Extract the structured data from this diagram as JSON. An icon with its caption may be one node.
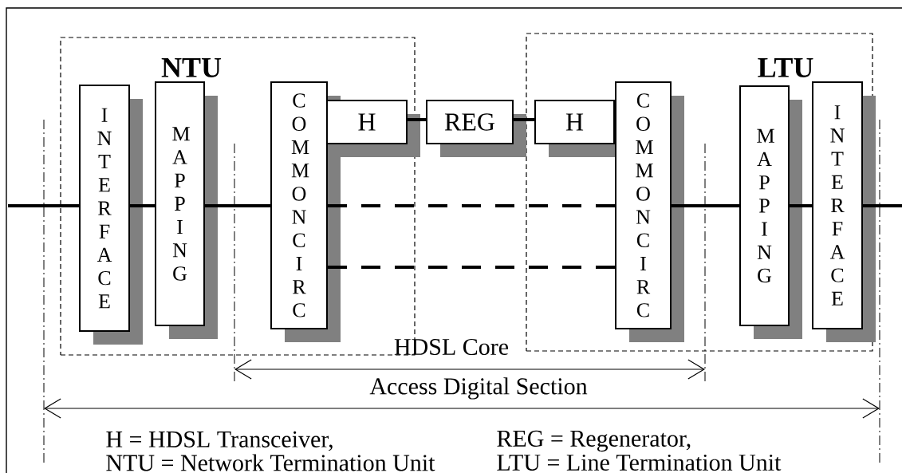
{
  "diagram": {
    "nodes": [
      {
        "text": [
          "NTU"
        ]
      },
      {
        "text": [
          "LTU"
        ]
      },
      {
        "text": [
          "I N T E R F A C E"
        ],
        "in": 0
      },
      {
        "text": [
          "M A P P I N G"
        ],
        "in": 0
      },
      {
        "text": [
          "C O M M O N C I R C"
        ],
        "in": 0
      },
      {
        "text": [
          "H"
        ],
        "in": 0
      },
      {
        "text": [
          "REG"
        ]
      },
      {
        "text": [
          "H"
        ],
        "in": 1
      },
      {
        "text": [
          "C O M M O N C I R C"
        ],
        "in": 1
      },
      {
        "text": [
          "M A P P I N G"
        ],
        "in": 1
      },
      {
        "text": [
          "I N T E R F A C E"
        ],
        "in": 1
      }
    ],
    "edges": [
      {
        "from": null,
        "to": 2,
        "arrow": "none"
      },
      {
        "from": 2,
        "to": 3,
        "arrow": "none"
      },
      {
        "from": 3,
        "to": 4,
        "arrow": "none"
      },
      {
        "from": 4,
        "to": 8,
        "arrow": "none",
        "style": "dashed"
      },
      {
        "from": 4,
        "to": 8,
        "arrow": "none",
        "style": "dashed"
      },
      {
        "from": 5,
        "to": 6,
        "arrow": "none"
      },
      {
        "from": 6,
        "to": 7,
        "arrow": "none"
      },
      {
        "from": 8,
        "to": 9,
        "arrow": "none"
      },
      {
        "from": 9,
        "to": 10,
        "arrow": "none"
      },
      {
        "from": 10,
        "to": null,
        "arrow": "none"
      }
    ],
    "labels": [
      "HDSL Core",
      "Access Digital Section",
      "H = HDSL Transceiver,",
      "REG = Regenerator,",
      "NTU = Network Termination Unit",
      "LTU = Line Termination Unit"
    ]
  }
}
